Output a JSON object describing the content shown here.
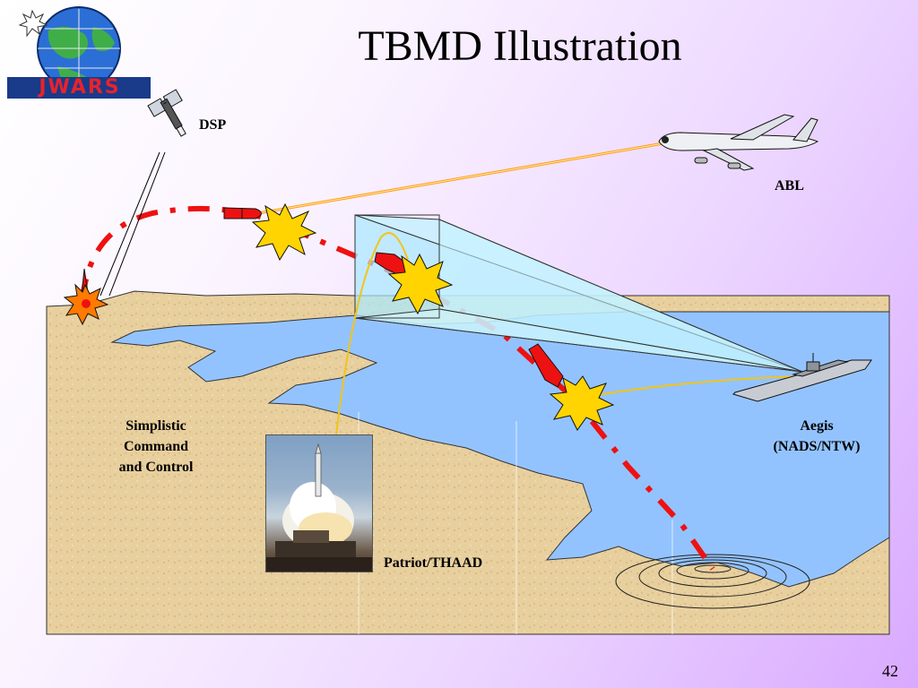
{
  "slide": {
    "title": "TBMD Illustration",
    "page_number": "42",
    "logo_text": "JWARS"
  },
  "labels": {
    "dsp": "DSP",
    "abl": "ABL",
    "c2_line1": "Simplistic",
    "c2_line2": "Command",
    "c2_line3": "and Control",
    "aegis_line1": "Aegis",
    "aegis_line2": "(NADS/NTW)",
    "patriot": "Patriot/THAAD"
  },
  "colors": {
    "land": "#e8cf9e",
    "sea": "#93c3ff",
    "trajectory": "#ee1111",
    "laser": "#ff9a1a",
    "radar_cone": "#bff0ff",
    "burst": "#ffd400"
  }
}
